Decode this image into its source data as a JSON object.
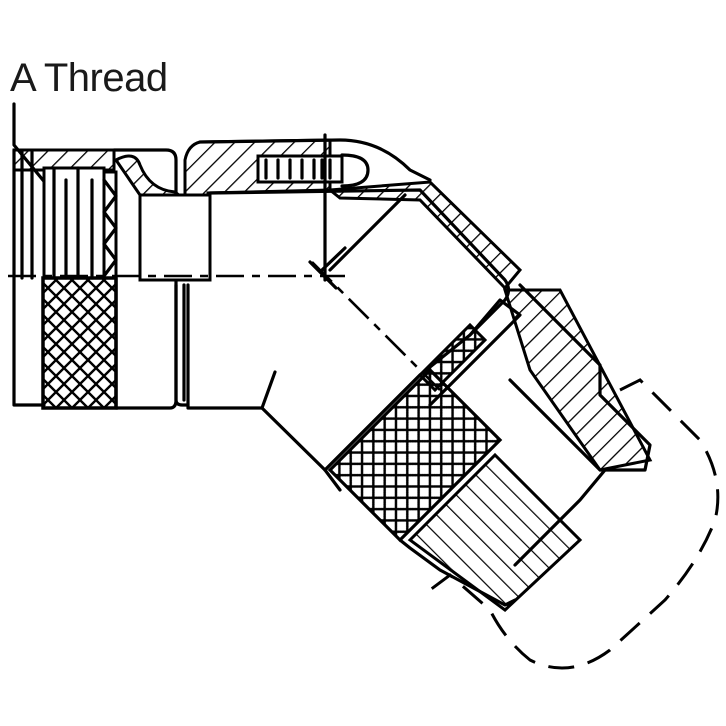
{
  "diagram": {
    "type": "technical-drawing",
    "subject": "45-degree angled connector backshell, partial cross-section",
    "labels": {
      "thread_callout": "A Thread"
    },
    "features": [
      "knurled coupling nut",
      "hatched sectional walls",
      "set screw",
      "threaded rear adapter",
      "dashed cable clamp outline",
      "centerlines"
    ],
    "colors": {
      "line": "#000000",
      "background": "#ffffff",
      "text": "#1a1a1a"
    }
  }
}
